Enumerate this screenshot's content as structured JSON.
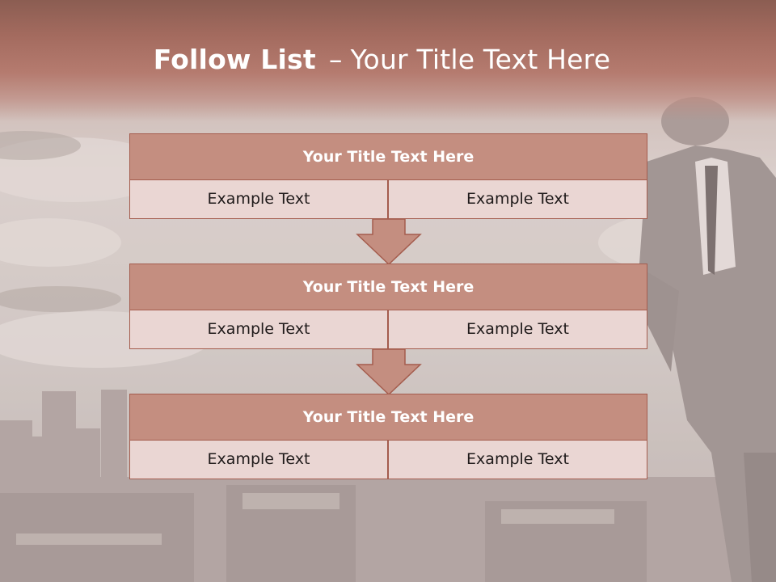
{
  "slide": {
    "title_bold": "Follow List",
    "title_dash": "–",
    "title_rest": "Your Title Text Here"
  },
  "colors": {
    "header": "#a46b5f",
    "box_title_fill": "#c48e80",
    "cell_fill": "#ead6d3",
    "border": "#a45c4d"
  },
  "steps": [
    {
      "title": "Your Title Text Here",
      "left": "Example Text",
      "right": "Example Text"
    },
    {
      "title": "Your Title Text Here",
      "left": "Example Text",
      "right": "Example Text"
    },
    {
      "title": "Your Title Text Here",
      "left": "Example Text",
      "right": "Example Text"
    }
  ]
}
